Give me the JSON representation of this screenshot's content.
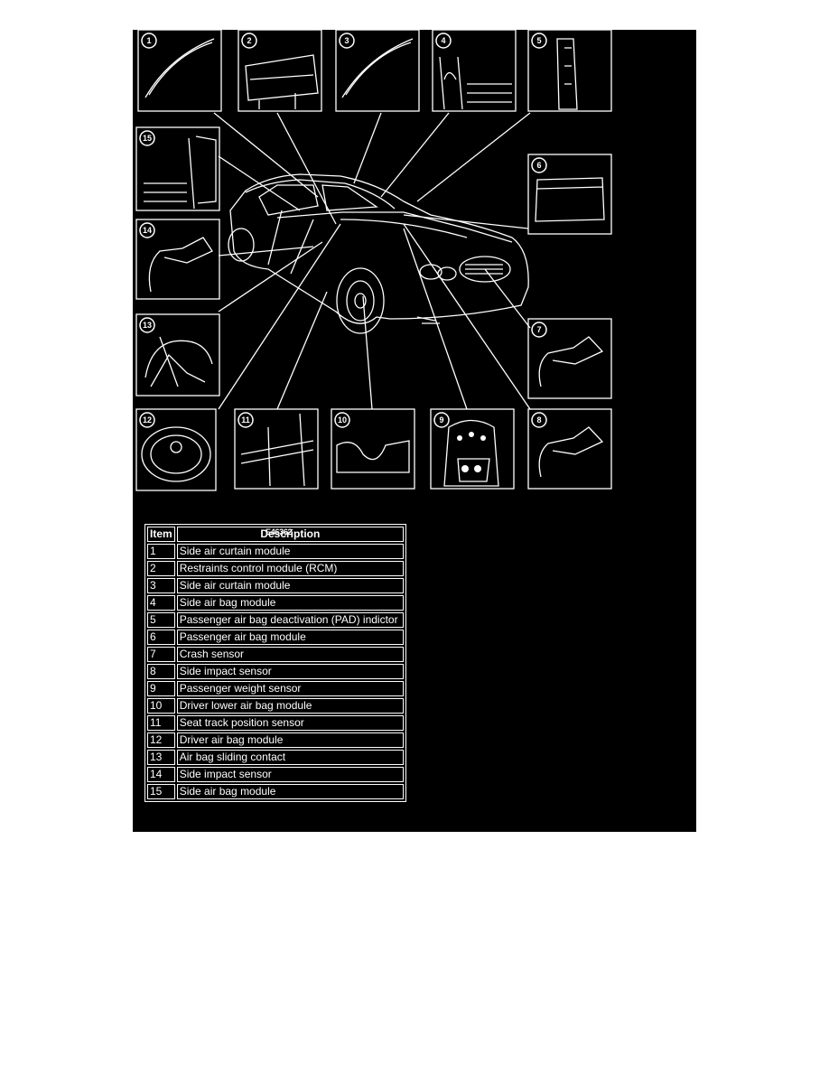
{
  "figure": {
    "id": "E46362",
    "callouts": [
      "1",
      "2",
      "3",
      "4",
      "5",
      "6",
      "7",
      "8",
      "9",
      "10",
      "11",
      "12",
      "13",
      "14",
      "15"
    ]
  },
  "legend": {
    "headers": {
      "item": "Item",
      "description": "Description"
    },
    "rows": [
      {
        "item": "1",
        "description": "Side air curtain module"
      },
      {
        "item": "2",
        "description": "Restraints control module (RCM)"
      },
      {
        "item": "3",
        "description": "Side air curtain module"
      },
      {
        "item": "4",
        "description": "Side air bag module"
      },
      {
        "item": "5",
        "description": "Passenger air bag deactivation (PAD) indictor"
      },
      {
        "item": "6",
        "description": "Passenger air bag module"
      },
      {
        "item": "7",
        "description": "Crash sensor"
      },
      {
        "item": "8",
        "description": "Side impact sensor"
      },
      {
        "item": "9",
        "description": "Passenger weight sensor"
      },
      {
        "item": "10",
        "description": "Driver lower air bag module"
      },
      {
        "item": "11",
        "description": "Seat track position sensor"
      },
      {
        "item": "12",
        "description": "Driver air bag module"
      },
      {
        "item": "13",
        "description": "Air bag sliding contact"
      },
      {
        "item": "14",
        "description": "Side impact sensor"
      },
      {
        "item": "15",
        "description": "Side air bag module"
      }
    ]
  }
}
